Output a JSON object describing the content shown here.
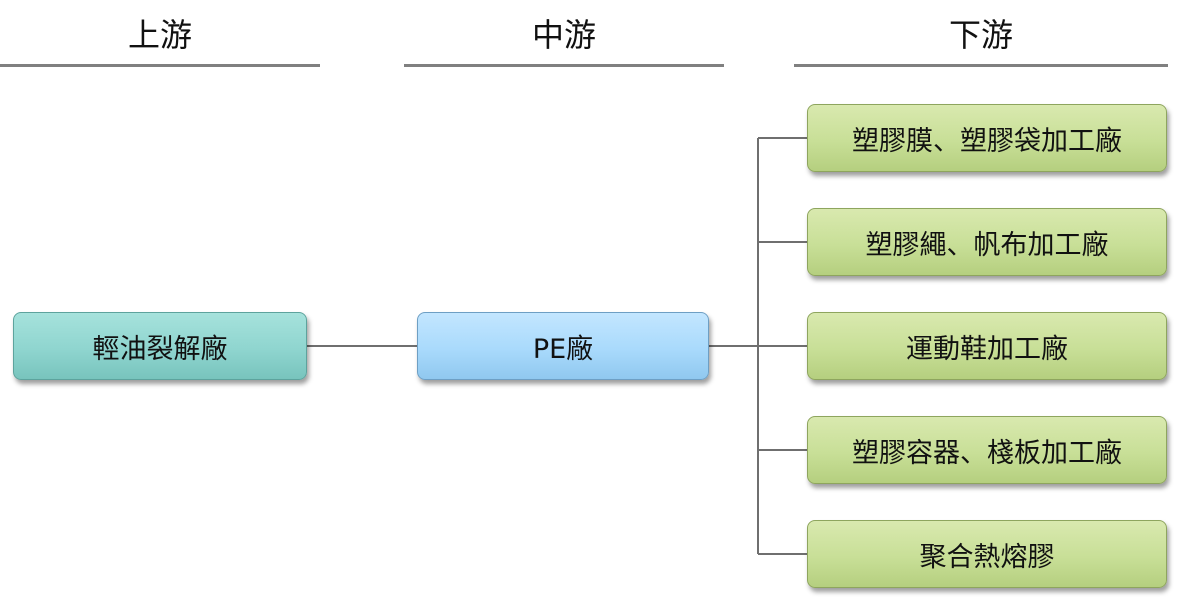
{
  "columns": {
    "upstream": {
      "title": "上游"
    },
    "midstream": {
      "title": "中游"
    },
    "downstream": {
      "title": "下游"
    }
  },
  "nodes": {
    "upstream": {
      "label": "輕油裂解廠"
    },
    "midstream": {
      "label": "PE廠"
    },
    "downstream": [
      {
        "label": "塑膠膜、塑膠袋加工廠"
      },
      {
        "label": "塑膠繩、帆布加工廠"
      },
      {
        "label": "運動鞋加工廠"
      },
      {
        "label": "塑膠容器、棧板加工廠"
      },
      {
        "label": "聚合熱熔膠"
      }
    ]
  },
  "colors": {
    "upstream_fill": "#8fd5cf",
    "midstream_fill": "#a9dafc",
    "downstream_fill": "#c8df97",
    "connector": "#6f6f6f",
    "rule": "#808080"
  }
}
